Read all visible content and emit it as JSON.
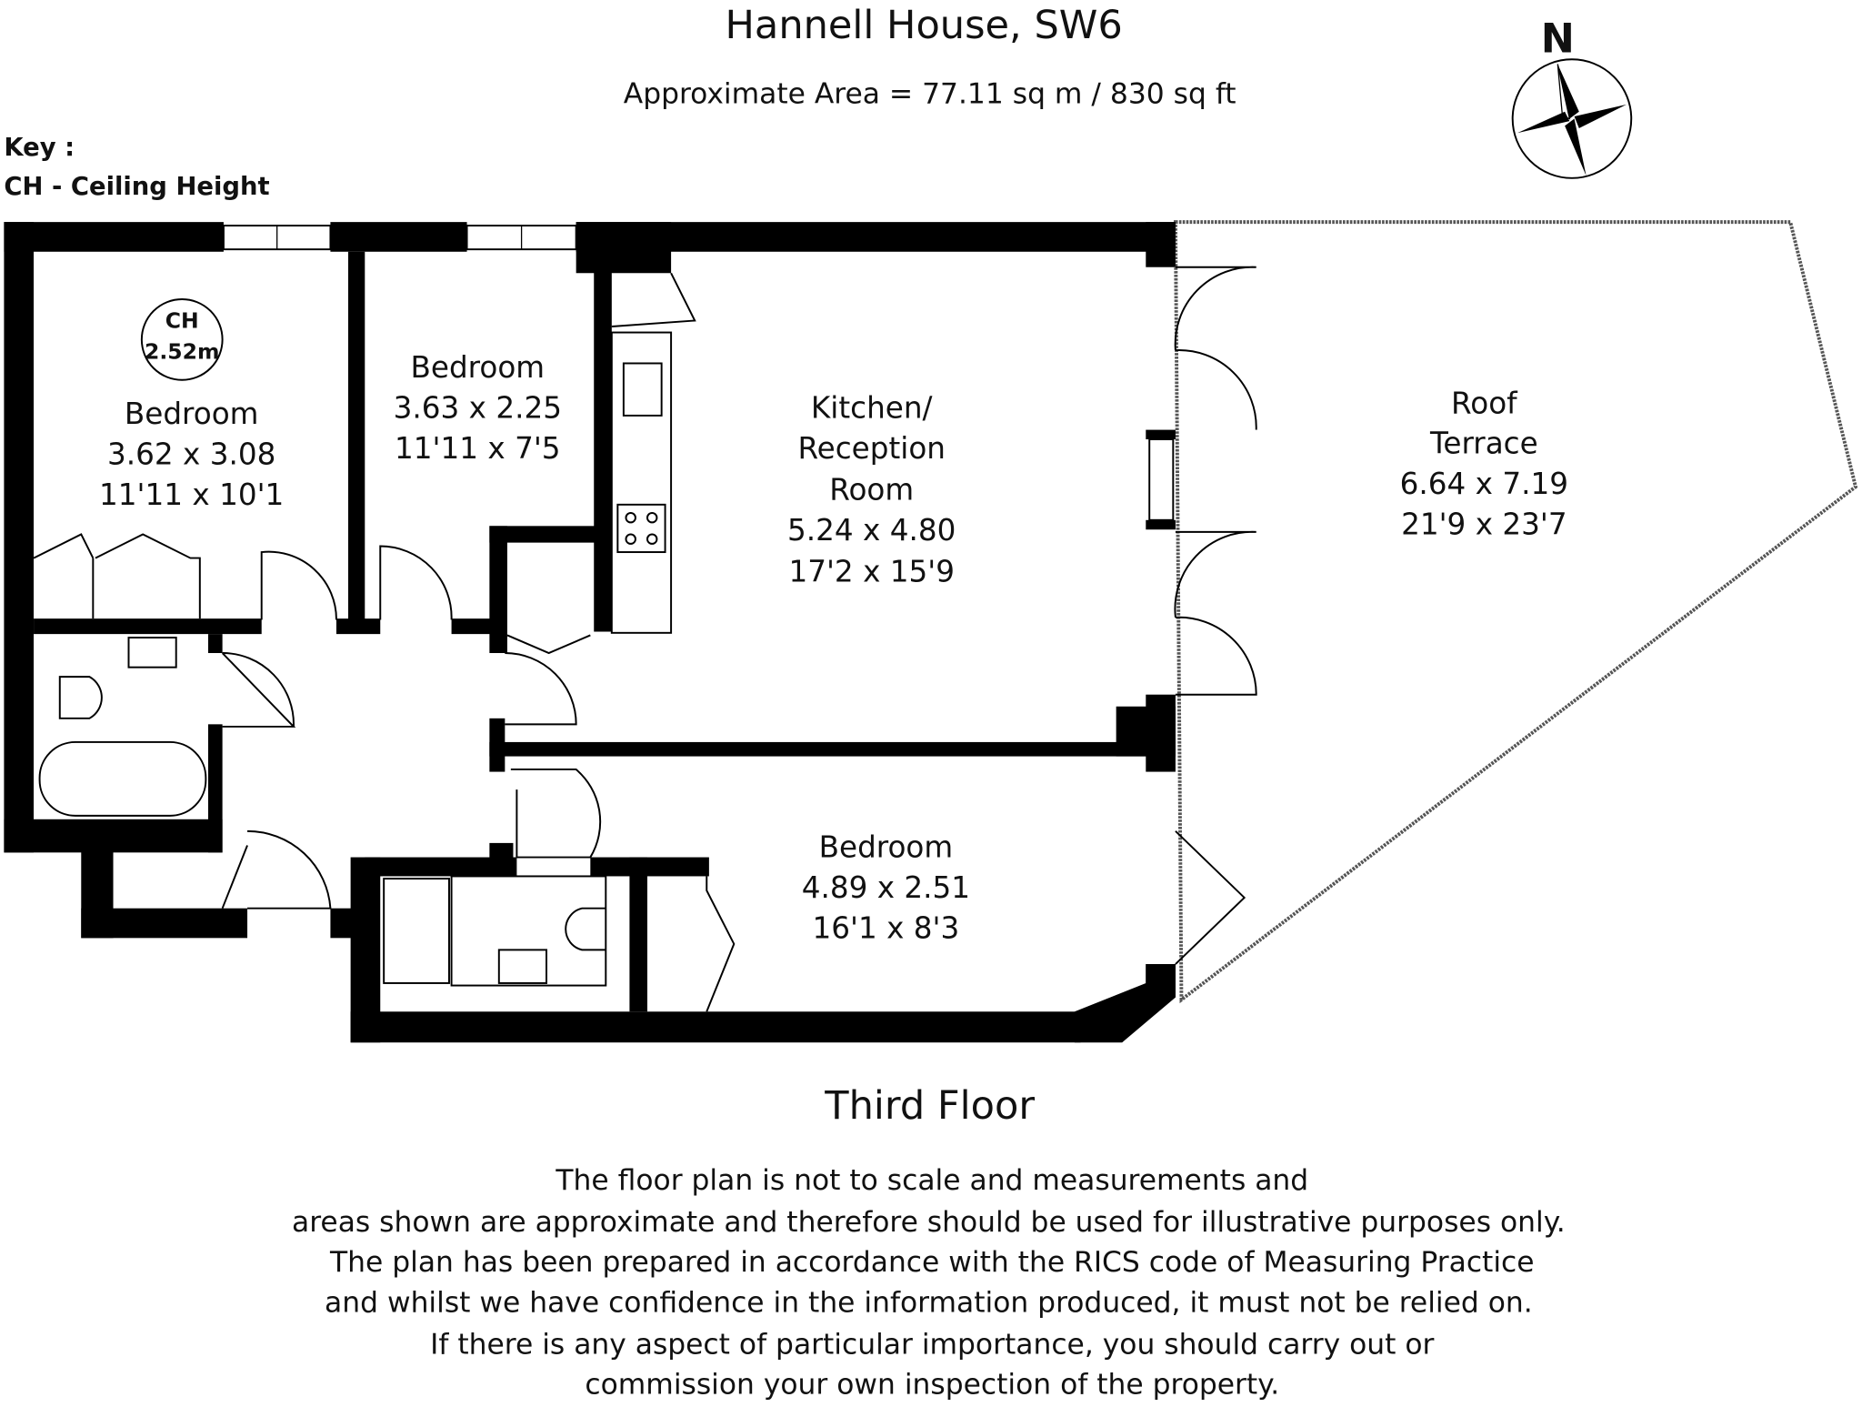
{
  "header": {
    "title": "Hannell House, SW6",
    "area": "Approximate Area =  77.11 sq m / 830 sq ft"
  },
  "key": {
    "heading": "Key :",
    "items": [
      "CH - Ceiling Height"
    ]
  },
  "compass": {
    "label": "N"
  },
  "ceiling_marker": {
    "label": "CH",
    "value": "2.52m"
  },
  "rooms": [
    {
      "name": "Bedroom",
      "metric": "3.62 x 3.08",
      "imperial": "11'11 x 10'1"
    },
    {
      "name": "Bedroom",
      "metric": "3.63 x 2.25",
      "imperial": "11'11 x 7'5"
    },
    {
      "name_lines": [
        "Kitchen/",
        "Reception",
        "Room"
      ],
      "metric": "5.24 x 4.80",
      "imperial": "17'2 x 15'9"
    },
    {
      "name_lines": [
        "Roof",
        "Terrace"
      ],
      "metric": "6.64 x 7.19",
      "imperial": "21'9 x 23'7"
    },
    {
      "name": "Bedroom",
      "metric": "4.89 x 2.51",
      "imperial": "16'1 x 8'3"
    }
  ],
  "floor_label": "Third Floor",
  "disclaimer": [
    "The floor plan is not to scale and measurements and",
    "areas shown are approximate and therefore should be used for illustrative purposes only.",
    "The plan has been prepared in accordance with the RICS code of Measuring Practice",
    "and whilst we have confidence in the information produced, it must not be relied on.",
    "If there is any aspect of particular importance, you should carry out or",
    "commission your own inspection of the property."
  ]
}
